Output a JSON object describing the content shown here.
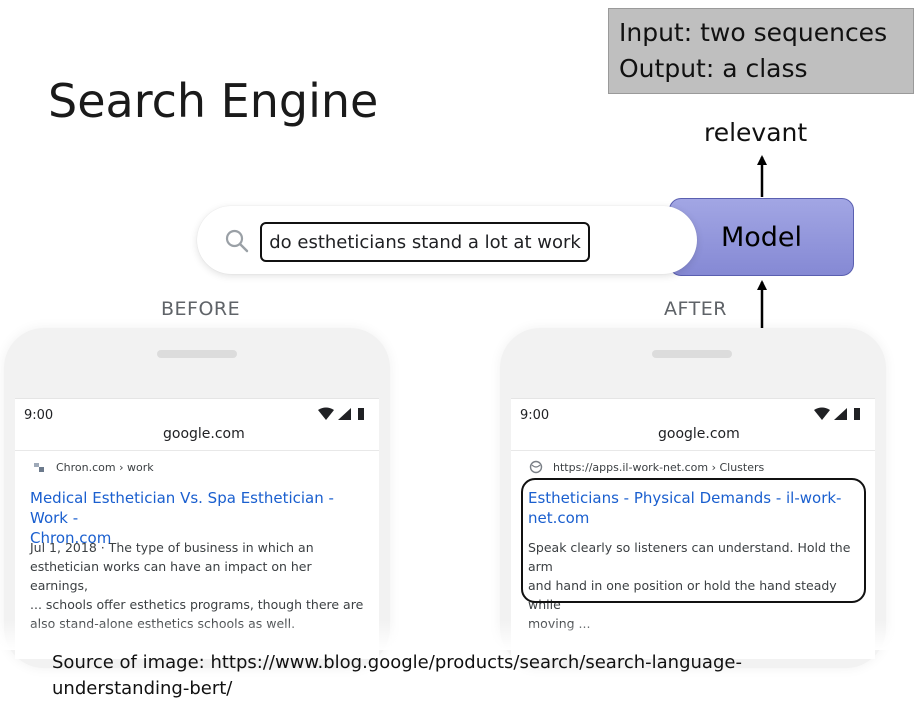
{
  "title": "Search Engine",
  "io_box": {
    "line1": "Input: two sequences",
    "line2": "Output: a class"
  },
  "output_label": "relevant",
  "model_label": "Model",
  "query": "do estheticians stand a lot at work",
  "before": {
    "label": "BEFORE",
    "time": "9:00",
    "domain": "google.com",
    "crumb": "Chron.com › work",
    "link_line1": "Medical Esthetician Vs. Spa Esthetician - Work -",
    "link_line2": "Chron.com",
    "snippet_line1": "Jul 1, 2018 · The type of business in which an",
    "snippet_line2": "esthetician works can have an impact on her earnings,",
    "snippet_line3": "... schools offer esthetics programs, though there are",
    "snippet_line4": "also stand-alone esthetics schools as well."
  },
  "after": {
    "label": "AFTER",
    "time": "9:00",
    "domain": "google.com",
    "crumb": "https://apps.il-work-net.com › Clusters",
    "link_line1": "Estheticians - Physical Demands - il-work-",
    "link_line2": "net.com",
    "snippet_line1": "Speak clearly so listeners can understand. Hold the arm",
    "snippet_line2": "and hand in one position or hold the hand steady while",
    "snippet_line3": "moving ..."
  },
  "source_line1": "Source of image: https://www.blog.google/products/search/search-language-",
  "source_line2": "understanding-bert/",
  "colors": {
    "model_fill": "#8f94dc",
    "io_fill": "#bfbfbf",
    "link": "#1a5fcf"
  },
  "icons": {
    "search": "search-icon",
    "wifi": "wifi-icon",
    "signal": "signal-icon",
    "battery": "battery-icon",
    "site": "site-favicon"
  }
}
